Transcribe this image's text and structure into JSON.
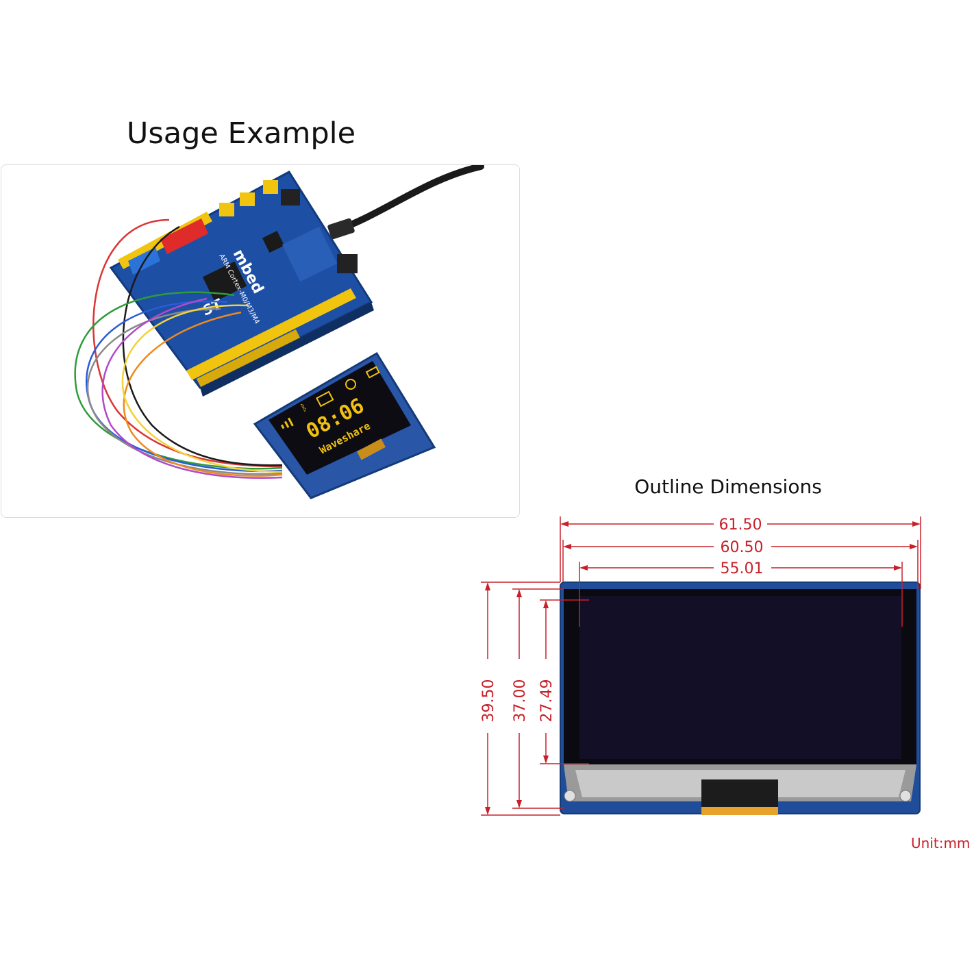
{
  "usage": {
    "title": "Usage Example",
    "board_text": {
      "mbed": "mbed",
      "cortex": "ARM Cortex-M0/M3/M4",
      "brand": "ST"
    },
    "oled": {
      "time": "08:06",
      "brand": "Waveshare",
      "icons": [
        "signal-icon",
        "bluetooth-icon",
        "mail-icon",
        "clock-icon",
        "battery-icon"
      ]
    }
  },
  "outline": {
    "title": "Outline Dimensions",
    "width_dims": [
      "61.50",
      "60.50",
      "55.01"
    ],
    "height_dims": [
      "39.50",
      "37.00",
      "27.49"
    ],
    "unit": "Unit:mm"
  },
  "colors": {
    "dimension_red": "#c8202a",
    "oled_yellow": "#f2c10f",
    "pcb_blue": "#1d4fa5",
    "header_yellow": "#f1c40f"
  }
}
